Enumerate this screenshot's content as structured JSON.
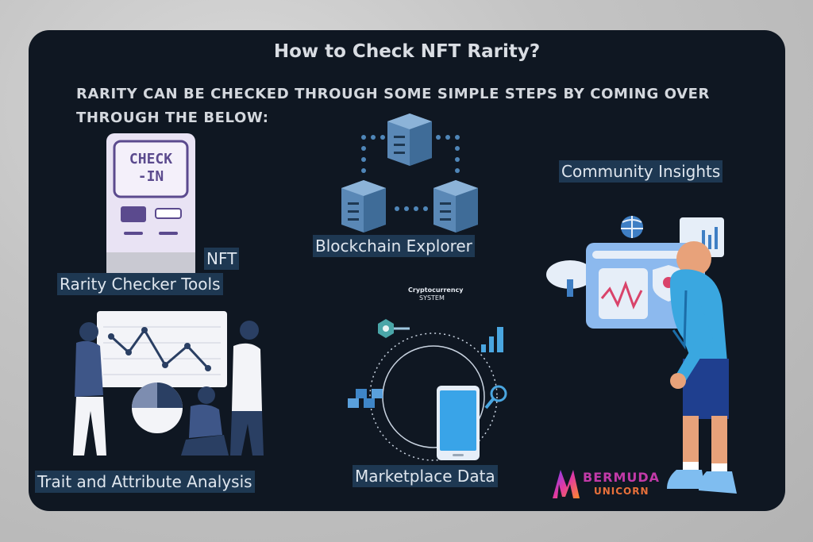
{
  "header": {
    "title": "How to Check NFT Rarity?",
    "subtitle": "Rarity can be checked through some simple steps by coming over through the below:"
  },
  "methods": {
    "nft_line1": "NFT",
    "nft_line2": "Rarity Checker Tools",
    "blockchain": "Blockchain Explorer",
    "community": "Community Insights",
    "trait": "Trait and Attribute Analysis",
    "marketplace": "Marketplace Data"
  },
  "kiosk": {
    "screen_text_1": "CHECK",
    "screen_text_2": "-IN"
  },
  "crypto": {
    "caption_1": "Cryptocurrency",
    "caption_2": "SYSTEM"
  },
  "logo": {
    "line1": "BERMUDA",
    "line2": "UNICORN"
  },
  "colors": {
    "card_bg": "#0f1722",
    "label_bg": "#1e3852",
    "accent_blue": "#2f8fd8",
    "kiosk_purple": "#5b4a8e"
  }
}
